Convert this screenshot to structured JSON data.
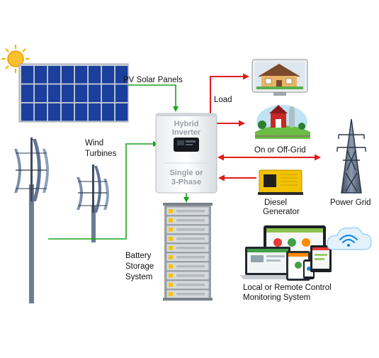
{
  "labels": {
    "pv_panels": "PV Solar Panels",
    "wind_line1": "Wind",
    "wind_line2": "Turbines",
    "load": "Load",
    "grid_link": "On or Off-Grid",
    "power_grid": "Power Grid",
    "diesel_line1": "Diesel",
    "diesel_line2": "Generator",
    "battery_line1": "Battery",
    "battery_line2": "Storage",
    "battery_line3": "System",
    "monitoring_line1": "Local or Remote Control",
    "monitoring_line2": "Monitoring System"
  },
  "inverter": {
    "top_line1": "Hybrid",
    "top_line2": "Inverter",
    "bottom_line1": "Single or",
    "bottom_line2": "3-Phase"
  },
  "colors": {
    "dc_flow": "#1aa31a",
    "ac_flow": "#e21b1b",
    "solar_cell": "#1b3f9c",
    "sun": "#f7b500",
    "turbine": "#5a6f8c",
    "generator": "#f2c200",
    "wifi": "#1e88e5"
  },
  "icons": [
    "sun-icon",
    "solar-panel-icon",
    "wind-turbine-icon",
    "house-icon",
    "farm-icon",
    "transmission-tower-icon",
    "diesel-generator-icon",
    "battery-rack-icon",
    "monitoring-devices-icon",
    "wifi-cloud-icon"
  ]
}
